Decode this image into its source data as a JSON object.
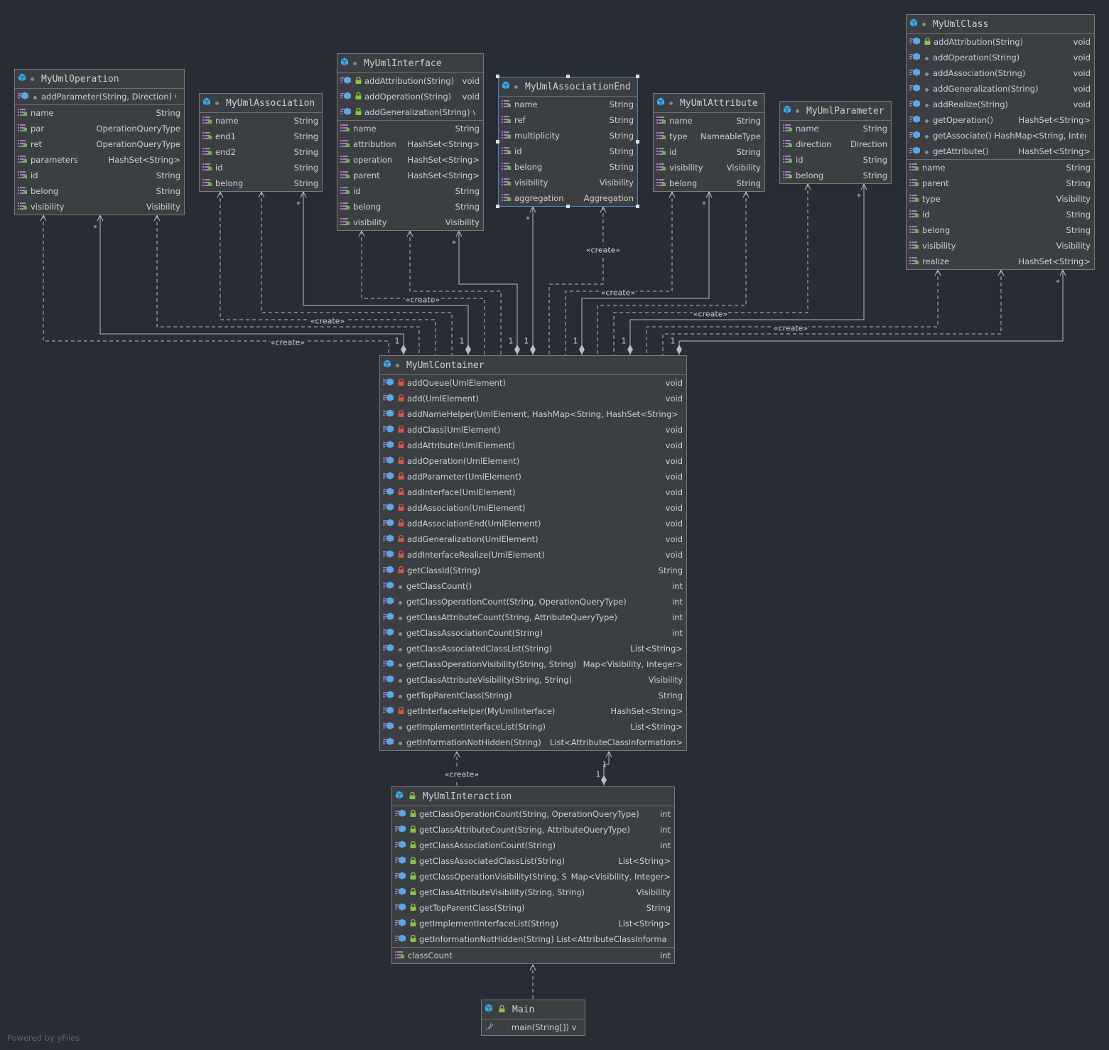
{
  "footer": "Powered by yFiles",
  "create_label": "«create»",
  "colors": {
    "background": "#282c34",
    "node_fill": "#3c3f41",
    "node_border": "#7a7a7a",
    "selected_border": "#4a88c7",
    "lock_red": "#d9534f",
    "lock_green": "#8bc34a",
    "class_icon": "#3fa9e6",
    "field_icon": "#a97bc5"
  },
  "classes": [
    {
      "id": "op",
      "name": "MyUmlOperation",
      "vis": "dot",
      "methods": [
        {
          "n": "addParameter(String, Direction) void",
          "t": "",
          "v": "dot"
        }
      ],
      "fields": [
        {
          "n": "name",
          "t": "String"
        },
        {
          "n": "par",
          "t": "OperationQueryType"
        },
        {
          "n": "ret",
          "t": "OperationQueryType"
        },
        {
          "n": "parameters",
          "t": "HashSet<String>"
        },
        {
          "n": "id",
          "t": "String"
        },
        {
          "n": "belong",
          "t": "String"
        },
        {
          "n": "visibility",
          "t": "Visibility"
        }
      ]
    },
    {
      "id": "assoc",
      "name": "MyUmlAssociation",
      "vis": "dot",
      "methods": [],
      "fields": [
        {
          "n": "name",
          "t": "String"
        },
        {
          "n": "end1",
          "t": "String"
        },
        {
          "n": "end2",
          "t": "String"
        },
        {
          "n": "id",
          "t": "String"
        },
        {
          "n": "belong",
          "t": "String"
        }
      ]
    },
    {
      "id": "iface",
      "name": "MyUmlInterface",
      "vis": "dot",
      "methods": [
        {
          "n": "addAttribution(String)",
          "t": "void",
          "v": "green"
        },
        {
          "n": "addOperation(String)",
          "t": "void",
          "v": "green"
        },
        {
          "n": "addGeneralization(String) void",
          "t": "",
          "v": "green"
        }
      ],
      "fields": [
        {
          "n": "name",
          "t": "String"
        },
        {
          "n": "attribution",
          "t": "HashSet<String>"
        },
        {
          "n": "operation",
          "t": "HashSet<String>"
        },
        {
          "n": "parent",
          "t": "HashSet<String>"
        },
        {
          "n": "id",
          "t": "String"
        },
        {
          "n": "belong",
          "t": "String"
        },
        {
          "n": "visibility",
          "t": "Visibility"
        }
      ]
    },
    {
      "id": "aend",
      "name": "MyUmlAssociationEnd",
      "vis": "dot",
      "methods": [],
      "fields": [
        {
          "n": "name",
          "t": "String"
        },
        {
          "n": "ref",
          "t": "String"
        },
        {
          "n": "multiplicity",
          "t": "String"
        },
        {
          "n": "id",
          "t": "String"
        },
        {
          "n": "belong",
          "t": "String"
        },
        {
          "n": "visibility",
          "t": "Visibility"
        },
        {
          "n": "aggregation",
          "t": "Aggregation"
        }
      ]
    },
    {
      "id": "attr",
      "name": "MyUmlAttribute",
      "vis": "dot",
      "methods": [],
      "fields": [
        {
          "n": "name",
          "t": "String"
        },
        {
          "n": "type",
          "t": "NameableType"
        },
        {
          "n": "id",
          "t": "String"
        },
        {
          "n": "visibility",
          "t": "Visibility"
        },
        {
          "n": "belong",
          "t": "String"
        }
      ]
    },
    {
      "id": "param",
      "name": "MyUmlParameter",
      "vis": "dot",
      "methods": [],
      "fields": [
        {
          "n": "name",
          "t": "String"
        },
        {
          "n": "direction",
          "t": "Direction"
        },
        {
          "n": "id",
          "t": "String"
        },
        {
          "n": "belong",
          "t": "String"
        }
      ]
    },
    {
      "id": "cls",
      "name": "MyUmlClass",
      "vis": "dot",
      "methods": [
        {
          "n": "addAttribution(String)",
          "t": "void",
          "v": "green"
        },
        {
          "n": "addOperation(String)",
          "t": "void",
          "v": "dot"
        },
        {
          "n": "addAssociation(String)",
          "t": "void",
          "v": "dot"
        },
        {
          "n": "addGeneralization(String)",
          "t": "void",
          "v": "dot"
        },
        {
          "n": "addRealize(String)",
          "t": "void",
          "v": "dot"
        },
        {
          "n": "getOperation()",
          "t": "HashSet<String>",
          "v": "dot"
        },
        {
          "n": "getAssociate() HashMap<String, Integer>",
          "t": "",
          "v": "dot"
        },
        {
          "n": "getAttribute()",
          "t": "HashSet<String>",
          "v": "dot"
        }
      ],
      "fields": [
        {
          "n": "name",
          "t": "String"
        },
        {
          "n": "parent",
          "t": "String"
        },
        {
          "n": "type",
          "t": "Visibility"
        },
        {
          "n": "id",
          "t": "String"
        },
        {
          "n": "belong",
          "t": "String"
        },
        {
          "n": "visibility",
          "t": "Visibility"
        },
        {
          "n": "realize",
          "t": "HashSet<String>"
        }
      ]
    },
    {
      "id": "cont",
      "name": "MyUmlContainer",
      "vis": "dot",
      "methods": [
        {
          "n": "addQueue(UmlElement)",
          "t": "void",
          "v": "red"
        },
        {
          "n": "add(UmlElement)",
          "t": "void",
          "v": "red"
        },
        {
          "n": "addNameHelper(UmlElement, HashMap<String, HashSet<String>>) void",
          "t": "",
          "v": "red"
        },
        {
          "n": "addClass(UmlElement)",
          "t": "void",
          "v": "red"
        },
        {
          "n": "addAttribute(UmlElement)",
          "t": "void",
          "v": "red"
        },
        {
          "n": "addOperation(UmlElement)",
          "t": "void",
          "v": "red"
        },
        {
          "n": "addParameter(UmlElement)",
          "t": "void",
          "v": "red"
        },
        {
          "n": "addInterface(UmlElement)",
          "t": "void",
          "v": "red"
        },
        {
          "n": "addAssociation(UmlElement)",
          "t": "void",
          "v": "red"
        },
        {
          "n": "addAssociationEnd(UmlElement)",
          "t": "void",
          "v": "red"
        },
        {
          "n": "addGeneralization(UmlElement)",
          "t": "void",
          "v": "red"
        },
        {
          "n": "addInterfaceRealize(UmlElement)",
          "t": "void",
          "v": "red"
        },
        {
          "n": "getClassId(String)",
          "t": "String",
          "v": "red"
        },
        {
          "n": "getClassCount()",
          "t": "int",
          "v": "dot"
        },
        {
          "n": "getClassOperationCount(String, OperationQueryType)",
          "t": "int",
          "v": "dot"
        },
        {
          "n": "getClassAttributeCount(String, AttributeQueryType)",
          "t": "int",
          "v": "dot"
        },
        {
          "n": "getClassAssociationCount(String)",
          "t": "int",
          "v": "dot"
        },
        {
          "n": "getClassAssociatedClassList(String)",
          "t": "List<String>",
          "v": "dot"
        },
        {
          "n": "getClassOperationVisibility(String, String)",
          "t": "Map<Visibility, Integer>",
          "v": "dot"
        },
        {
          "n": "getClassAttributeVisibility(String, String)",
          "t": "Visibility",
          "v": "dot"
        },
        {
          "n": "getTopParentClass(String)",
          "t": "String",
          "v": "dot"
        },
        {
          "n": "getInterfaceHelper(MyUmlInterface)",
          "t": "HashSet<String>",
          "v": "red"
        },
        {
          "n": "getImplementInterfaceList(String)",
          "t": "List<String>",
          "v": "dot"
        },
        {
          "n": "getInformationNotHidden(String)",
          "t": "List<AttributeClassInformation>",
          "v": "dot"
        }
      ],
      "fields": []
    },
    {
      "id": "inter",
      "name": "MyUmlInteraction",
      "vis": "green",
      "methods": [
        {
          "n": "getClassOperationCount(String, OperationQueryType)",
          "t": "int",
          "v": "green"
        },
        {
          "n": "getClassAttributeCount(String, AttributeQueryType)",
          "t": "int",
          "v": "green"
        },
        {
          "n": "getClassAssociationCount(String)",
          "t": "int",
          "v": "green"
        },
        {
          "n": "getClassAssociatedClassList(String)",
          "t": "List<String>",
          "v": "green"
        },
        {
          "n": "getClassOperationVisibility(String, String)",
          "t": "Map<Visibility, Integer>",
          "v": "green"
        },
        {
          "n": "getClassAttributeVisibility(String, String)",
          "t": "Visibility",
          "v": "green"
        },
        {
          "n": "getTopParentClass(String)",
          "t": "String",
          "v": "green"
        },
        {
          "n": "getImplementInterfaceList(String)",
          "t": "List<String>",
          "v": "green"
        },
        {
          "n": "getInformationNotHidden(String) List<AttributeClassInformation>",
          "t": "",
          "v": "green"
        }
      ],
      "fields": [
        {
          "n": "classCount",
          "t": "int"
        }
      ]
    },
    {
      "id": "main",
      "name": "Main",
      "vis": "green",
      "methods": [
        {
          "n": "main(String[]) void",
          "t": "",
          "v": "static"
        }
      ],
      "fields": []
    }
  ],
  "edges": [
    {
      "from": "op",
      "kind": "create",
      "label": "«create»",
      "mult": ""
    },
    {
      "from": "op",
      "kind": "compose",
      "label": "",
      "mult": "1",
      "star": "*"
    },
    {
      "from": "op",
      "kind": "create",
      "label": "",
      "mult": ""
    },
    {
      "from": "assoc",
      "kind": "create",
      "label": "«create»",
      "mult": ""
    },
    {
      "from": "assoc",
      "kind": "create",
      "label": "",
      "mult": ""
    },
    {
      "from": "assoc",
      "kind": "compose",
      "label": "",
      "mult": "1",
      "star": "*"
    },
    {
      "from": "iface",
      "kind": "create",
      "label": "«create»",
      "mult": ""
    },
    {
      "from": "iface",
      "kind": "create",
      "label": "",
      "mult": ""
    },
    {
      "from": "iface",
      "kind": "compose",
      "label": "",
      "mult": "1",
      "star": "*"
    },
    {
      "from": "aend",
      "kind": "compose",
      "label": "",
      "mult": "1",
      "star": "*"
    },
    {
      "from": "aend",
      "kind": "create",
      "label": "«create»",
      "mult": ""
    },
    {
      "from": "attr",
      "kind": "create",
      "label": "«create»",
      "mult": ""
    },
    {
      "from": "attr",
      "kind": "compose",
      "label": "",
      "mult": "1",
      "star": "*"
    },
    {
      "from": "attr",
      "kind": "create",
      "label": "",
      "mult": ""
    },
    {
      "from": "param",
      "kind": "create",
      "label": "«create»",
      "mult": ""
    },
    {
      "from": "param",
      "kind": "compose",
      "label": "",
      "mult": "1",
      "star": "*"
    },
    {
      "from": "cls",
      "kind": "create",
      "label": "«create»",
      "mult": ""
    },
    {
      "from": "cls",
      "kind": "create",
      "label": "",
      "mult": ""
    },
    {
      "from": "cls",
      "kind": "compose",
      "label": "",
      "mult": "1",
      "star": "*"
    },
    {
      "from": "inter",
      "kind": "create",
      "label": "«create»",
      "mult": ""
    },
    {
      "from": "inter",
      "kind": "compose",
      "label": "",
      "mult": "1",
      "star": "1"
    },
    {
      "from": "main",
      "kind": "create",
      "label": "",
      "mult": ""
    }
  ]
}
